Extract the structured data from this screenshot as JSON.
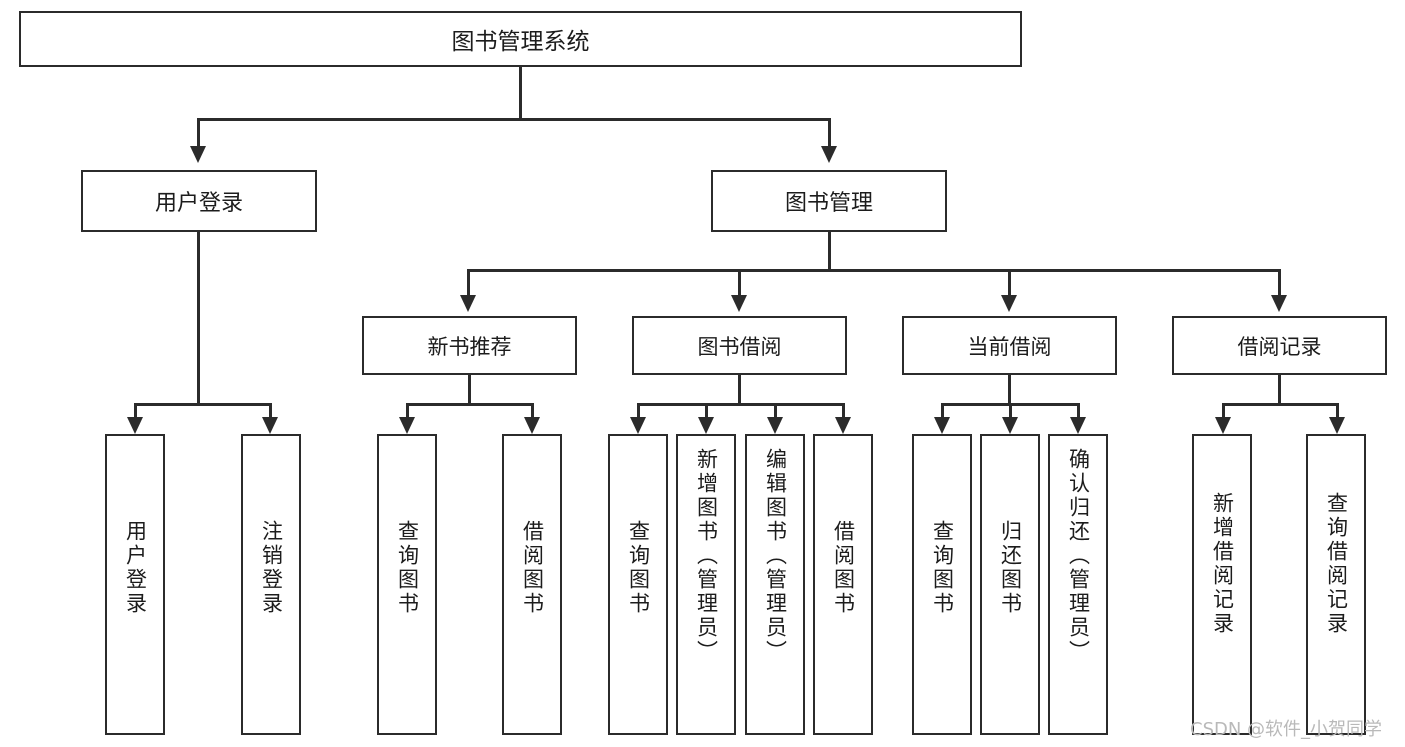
{
  "diagram": {
    "type": "tree-hierarchy",
    "title": "图书管理系统",
    "root": {
      "label": "图书管理系统"
    },
    "level2": [
      {
        "label": "用户登录"
      },
      {
        "label": "图书管理"
      }
    ],
    "level3": [
      {
        "label": "新书推荐"
      },
      {
        "label": "图书借阅"
      },
      {
        "label": "当前借阅"
      },
      {
        "label": "借阅记录"
      }
    ],
    "leaves": {
      "user_login": [
        {
          "label": "用户登录"
        },
        {
          "label": "注销登录"
        }
      ],
      "new_book_recommend": [
        {
          "label": "查询图书"
        },
        {
          "label": "借阅图书"
        }
      ],
      "book_borrow": [
        {
          "label": "查询图书"
        },
        {
          "label": "新增图书（管理员）"
        },
        {
          "label": "编辑图书（管理员）"
        },
        {
          "label": "借阅图书"
        }
      ],
      "current_borrow": [
        {
          "label": "查询图书"
        },
        {
          "label": "归还图书"
        },
        {
          "label": "确认归还（管理员）"
        }
      ],
      "borrow_record": [
        {
          "label": "新增借阅记录"
        },
        {
          "label": "查询借阅记录"
        }
      ]
    }
  },
  "watermark": {
    "text": "CSDN @软件_小贺同学"
  },
  "colors": {
    "stroke": "#2b2b2b",
    "background": "#ffffff",
    "text": "#1c1c1c",
    "watermark": "#b9b9b9"
  }
}
